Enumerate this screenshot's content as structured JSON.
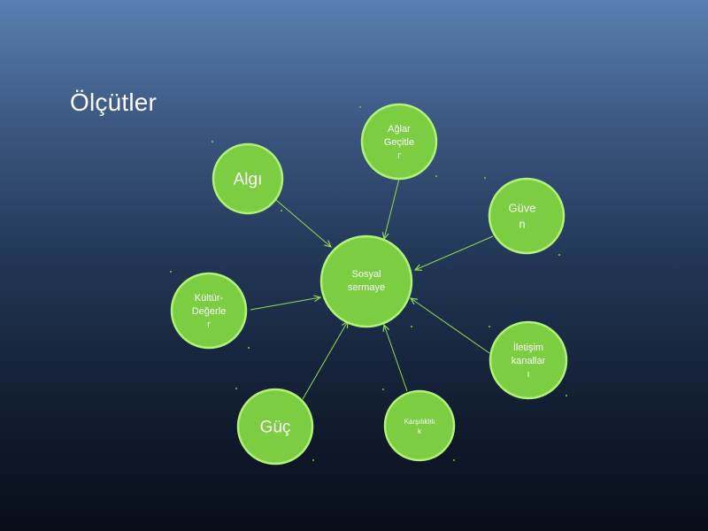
{
  "slide": {
    "title": "Ölçütler"
  },
  "center": {
    "lines": [
      "Sosyal",
      "sermaye"
    ]
  },
  "nodes": [
    {
      "id": "agar-gecitler",
      "lines": [
        "Ağlar",
        "Geçitle",
        "r"
      ]
    },
    {
      "id": "algi",
      "lines": [
        "Algı"
      ]
    },
    {
      "id": "guven",
      "lines": [
        "Güve",
        "n"
      ]
    },
    {
      "id": "kultur-degerler",
      "lines": [
        "Kültür-",
        "Değerle",
        "r"
      ]
    },
    {
      "id": "iletisim-kanallari",
      "lines": [
        "İletişim",
        "kanallar",
        "ı"
      ]
    },
    {
      "id": "guc",
      "lines": [
        "Güç"
      ]
    },
    {
      "id": "karsiliklilik",
      "lines": [
        "Karşılıklılı",
        "k"
      ]
    }
  ],
  "colors": {
    "node_fill": "#7ccd42",
    "node_stroke": "#b3f27a",
    "edge": "#8fdc5a",
    "text": "#ffffff"
  }
}
